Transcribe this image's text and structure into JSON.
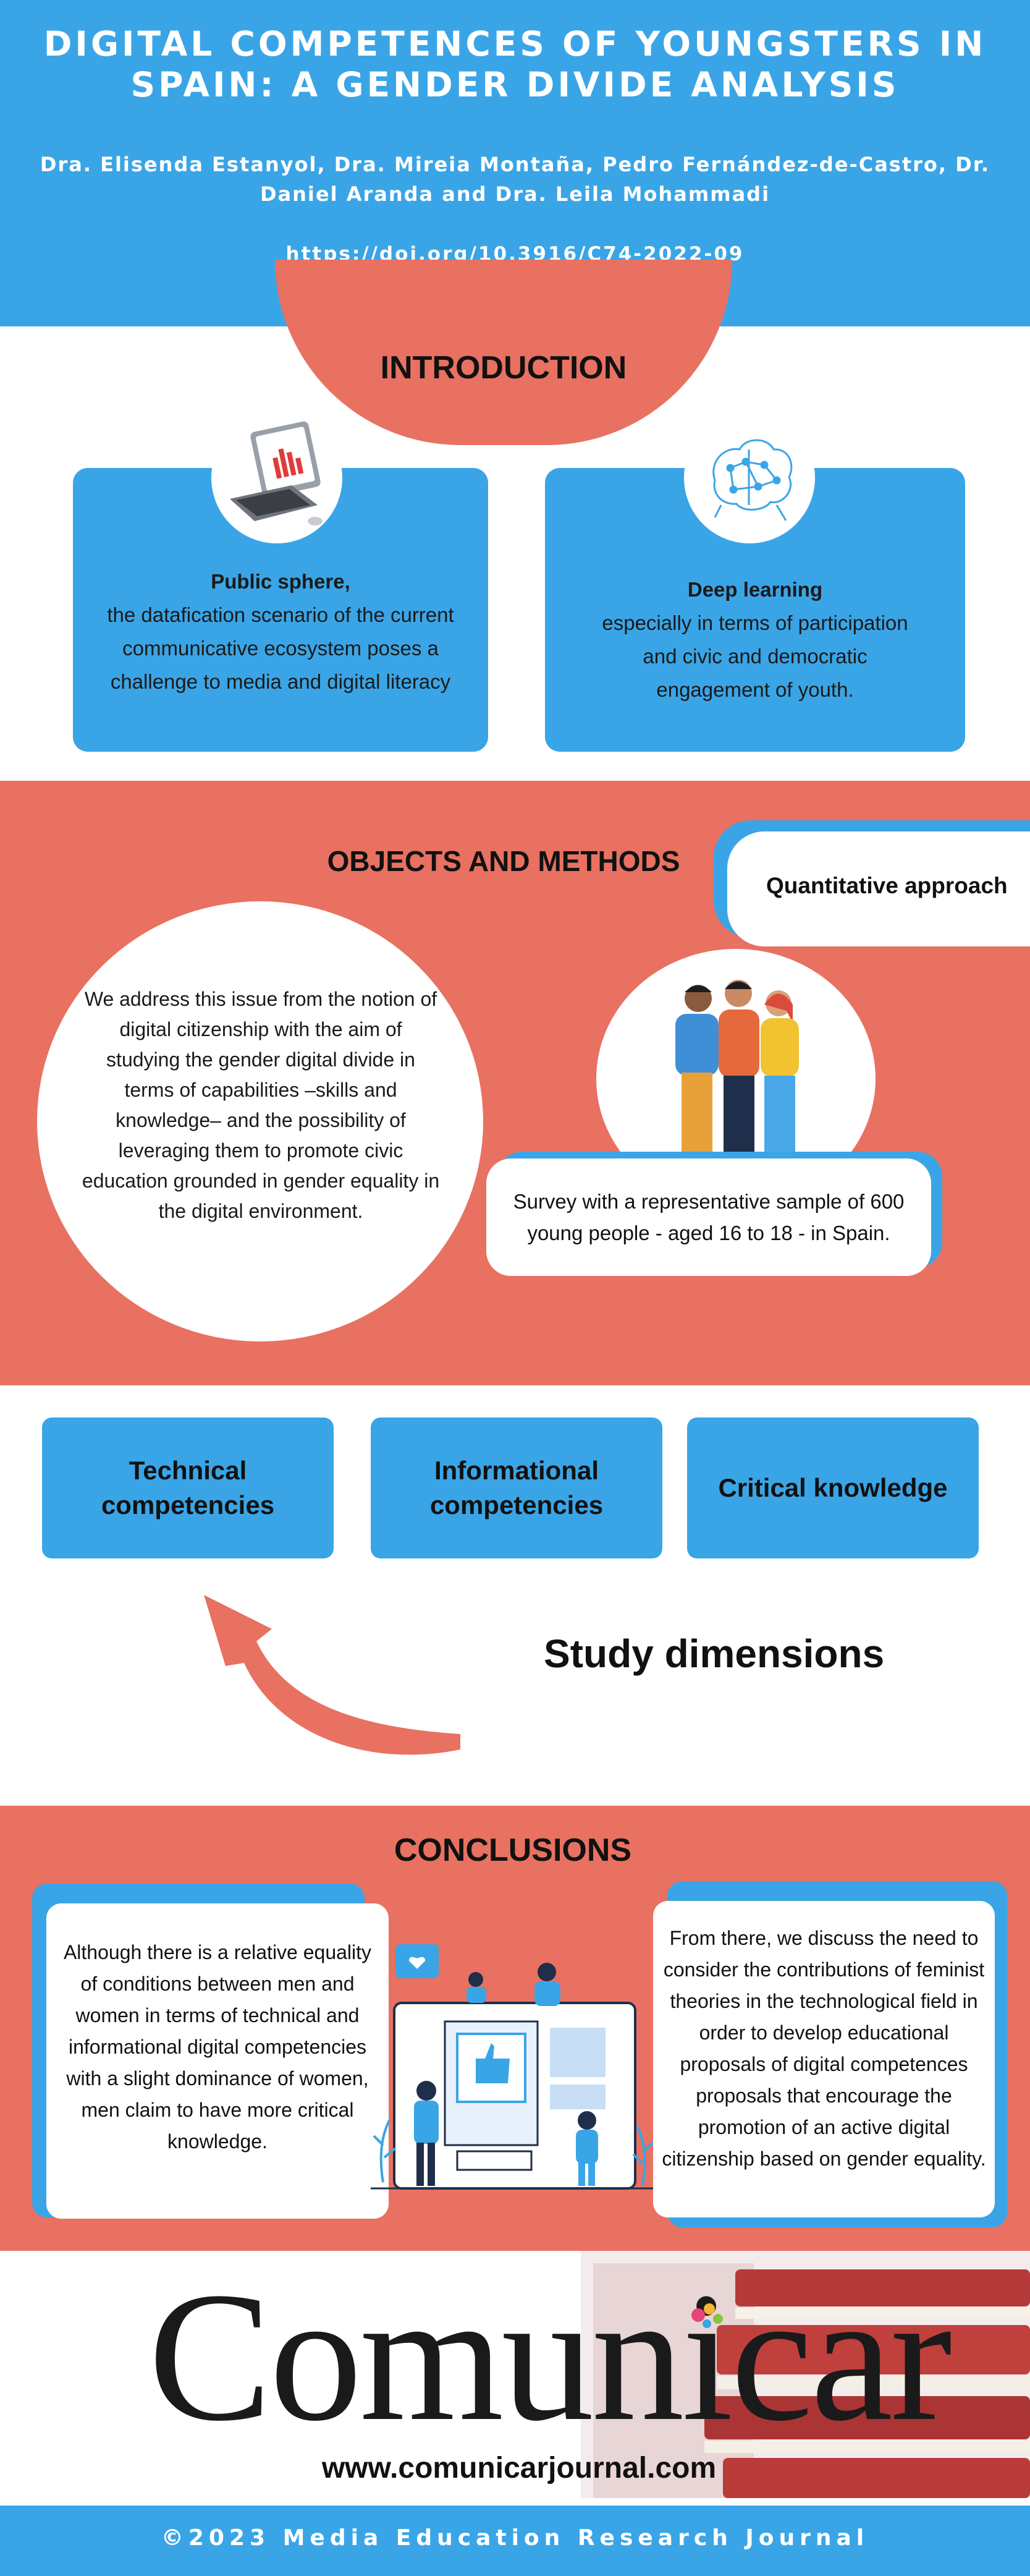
{
  "header": {
    "title": "DIGITAL COMPETENCES OF YOUNGSTERS IN SPAIN: A GENDER DIVIDE ANALYSIS",
    "authors": "Dra. Elisenda Estanyol, Dra. Mireia Montaña, Pedro Fernández-de-Castro, Dr. Daniel Aranda and Dra. Leila Mohammadi",
    "doi": "https://doi.org/10.3916/C74-2022-09"
  },
  "introduction": {
    "title": "INTRODUCTION",
    "left_card": {
      "heading": "Public sphere,",
      "body": "the datafication scenario of the current communicative ecosystem poses a challenge to media and digital literacy",
      "icon": "computer-chart-icon"
    },
    "right_card": {
      "heading": "Deep learning",
      "body": "especially in terms of participation and civic and democratic engagement of youth.",
      "icon": "brain-network-icon"
    }
  },
  "methods": {
    "title": "OBJECTS AND METHODS",
    "approach": "Quantitative approach",
    "description": "We address this issue from the notion of digital citizenship with the aim of studying the gender digital divide in terms of capabilities –skills and knowledge– and the possibility of leveraging them to promote civic education grounded in gender equality in the digital environment.",
    "survey": "Survey with a representative sample of 600 young people - aged 16 to 18 - in Spain."
  },
  "dimensions": {
    "items": [
      "Technical competencies",
      "Informational competencies",
      "Critical knowledge"
    ],
    "label": "Study dimensions"
  },
  "conclusions": {
    "title": "CONCLUSIONS",
    "left": "Although there is a relative equality of conditions between men and women in terms of technical and informational digital competencies with a slight dominance of women, men claim to have more critical knowledge.",
    "right": "From there, we discuss the need to consider the contributions of feminist theories in the technological field in order to develop educational proposals of digital competences proposals that encourage the promotion of an active digital citizenship based on gender equality."
  },
  "footer": {
    "logo": "Comunicar",
    "website": "www.comunicarjournal.com",
    "copyright": "©2023 Media Education Research Journal"
  },
  "colors": {
    "blue": "#3aa5e6",
    "coral": "#e87161",
    "white": "#ffffff"
  }
}
